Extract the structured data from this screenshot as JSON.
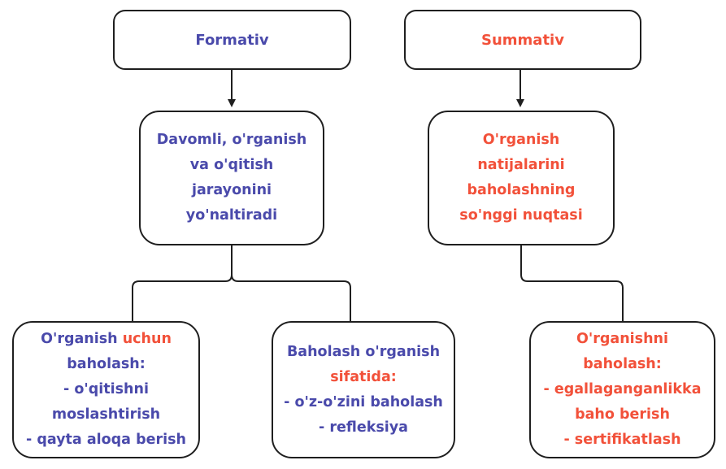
{
  "colors": {
    "formativ": "#4a4aab",
    "summativ": "#f2513a",
    "border": "#1f1f1f"
  },
  "formativ": {
    "header": "Formativ",
    "description": [
      "Davomli, o'rganish",
      "va o'qitish",
      "jarayonini",
      "yo'naltiradi"
    ],
    "leaf_left": {
      "line1_prefix": "O'rganish ",
      "line1_highlight": "uchun",
      "lines": [
        "baholash:",
        "- o'qitishni",
        "moslashtirish",
        "- qayta aloqa berish"
      ]
    },
    "leaf_right": {
      "line1": "Baholash o'rganish",
      "line2_highlight": "sifatida:",
      "lines": [
        "- o'z-o'zini baholash",
        "- refleksiya"
      ]
    }
  },
  "summativ": {
    "header": "Summativ",
    "description": [
      "O'rganish",
      "natijalarini",
      "baholashning",
      "so'nggi nuqtasi"
    ],
    "leaf": {
      "lines": [
        "O'rganishni",
        "baholash:",
        "- egallaganganlikka",
        "baho berish",
        "- sertifikatlash"
      ]
    }
  }
}
